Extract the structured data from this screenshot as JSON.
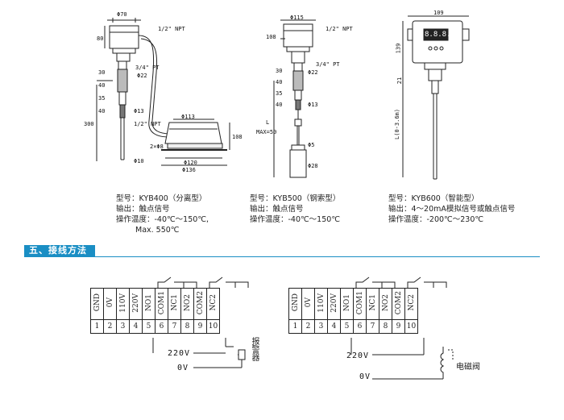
{
  "products": [
    {
      "id": "kyb400",
      "dims": {
        "d70": "Φ70",
        "npt_top": "1/2\" NPT",
        "h80": "80",
        "pt": "3/4\" PT",
        "d22": "Φ22",
        "h30": "30",
        "h40a": "40",
        "h35": "35",
        "h40b": "40",
        "d13": "Φ13",
        "npt_mid": "1/2\" NPT",
        "h300": "300",
        "d113": "Φ113",
        "h108": "108",
        "holes": "2×Φ8",
        "d10": "Φ10",
        "d120": "Φ120",
        "d136": "Φ136"
      },
      "spec": {
        "model": "型号：KYB400（分离型）",
        "output": "输出：触点信号",
        "temp": "操作温度：-40℃～150℃,",
        "max": "Max. 550℃"
      }
    },
    {
      "id": "kyb500",
      "dims": {
        "d115": "Φ115",
        "npt": "1/2\" NPT",
        "h108": "108",
        "pt": "3/4\" PT",
        "d22": "Φ22",
        "h30": "30",
        "h40a": "40",
        "h35": "35",
        "h40b": "40",
        "d13": "Φ13",
        "L": "L",
        "maxlen": "MAX=50",
        "d5": "Φ5",
        "d28": "Φ28"
      },
      "spec": {
        "model": "型号：KYB500（钢索型）",
        "output": "输出：触点信号",
        "temp": "操作温度：-40℃～150℃"
      }
    },
    {
      "id": "kyb600",
      "dims": {
        "w109": "109",
        "h139": "139",
        "h21": "21",
        "L": "L(0-3.6m)"
      },
      "display": "8.8.8.",
      "spec": {
        "model": "型号：KYB600（智能型）",
        "output": "输出：4～20mA模拟信号或触点信号",
        "temp": "操作温度：-200℃～230℃"
      }
    }
  ],
  "section": {
    "title": "五、接线方法"
  },
  "wiring": {
    "labels": [
      "GND",
      "0V",
      "110V",
      "220V",
      "NO1",
      "COM1",
      "NC1",
      "NO2",
      "COM2",
      "NC2"
    ],
    "numbers": [
      "1",
      "2",
      "3",
      "4",
      "5",
      "6",
      "7",
      "8",
      "9",
      "10"
    ],
    "left": {
      "v220": "220V",
      "v0": "0V",
      "device": "报警器"
    },
    "right": {
      "v220": "220V",
      "v0": "0V",
      "device": "电磁阀"
    }
  }
}
